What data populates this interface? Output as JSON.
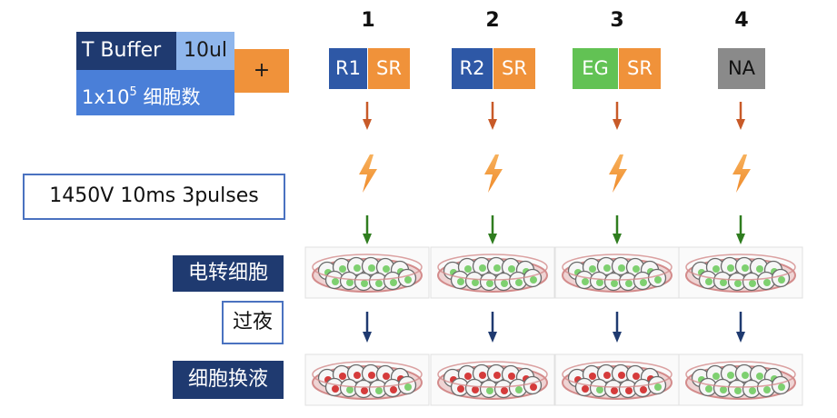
{
  "left": {
    "buffer_label": "T Buffer",
    "volume_label": "10ul",
    "cells_prefix": "1x10",
    "cells_exponent": "5",
    "cells_suffix": " 细胞数",
    "plus": "+",
    "pulse_settings": "1450V 10ms 3pulses"
  },
  "steps": {
    "electroporation": "电转细胞",
    "overnight": "过夜",
    "media_change": "细胞换液"
  },
  "columns": [
    {
      "number": "1",
      "tags": [
        "R1",
        "SR"
      ]
    },
    {
      "number": "2",
      "tags": [
        "R2",
        "SR"
      ]
    },
    {
      "number": "3",
      "tags": [
        "EG",
        "SR"
      ]
    },
    {
      "number": "4",
      "tags": [
        "NA"
      ]
    }
  ],
  "colors": {
    "dark_navy": "#1f3a70",
    "blue_tag": "#2e58a6",
    "orange": "#f0923a",
    "green_tag": "#62c254",
    "gray_tag": "#8a8a8a",
    "arrow_orange": "#c85a28",
    "arrow_green": "#2f7d1f",
    "arrow_navy": "#1f3a70",
    "dish_rim": "#d38b8b",
    "cell_green": "#7ed070",
    "cell_red": "#d53b3b"
  }
}
